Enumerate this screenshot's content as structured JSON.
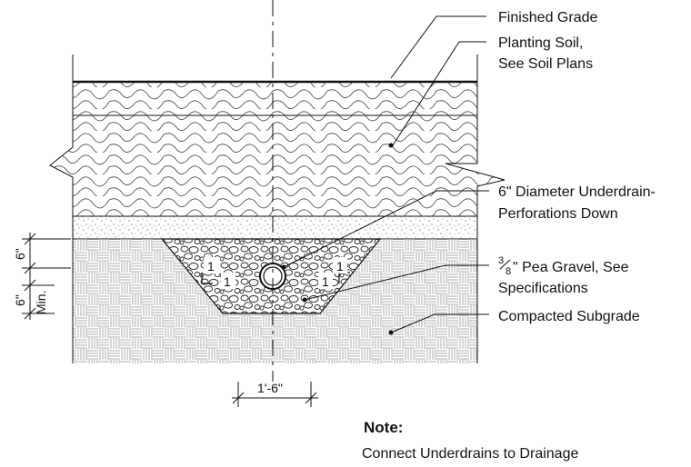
{
  "labels": {
    "finished_grade": "Finished Grade",
    "planting_soil_1": "Planting Soil,",
    "planting_soil_2": "See Soil Plans",
    "underdrain_1": "6\" Diameter Underdrain-",
    "underdrain_2": "Perforations Down",
    "gravel_frac_top": "3",
    "gravel_frac_bot": "8",
    "gravel_1": "\" Pea Gravel, See",
    "gravel_2": "Specifications",
    "subgrade": "Compacted Subgrade"
  },
  "dimensions": {
    "depth_gravel_top": "6\"",
    "depth_gravel_bottom": "6\"",
    "depth_min": "Min.",
    "trench_width": "1'-6\"",
    "slope_left_v": "1",
    "slope_left_h": "1",
    "slope_right_v": "1",
    "slope_right_h": "1"
  },
  "note": {
    "title": "Note:",
    "text": "Connect Underdrains to Drainage"
  }
}
